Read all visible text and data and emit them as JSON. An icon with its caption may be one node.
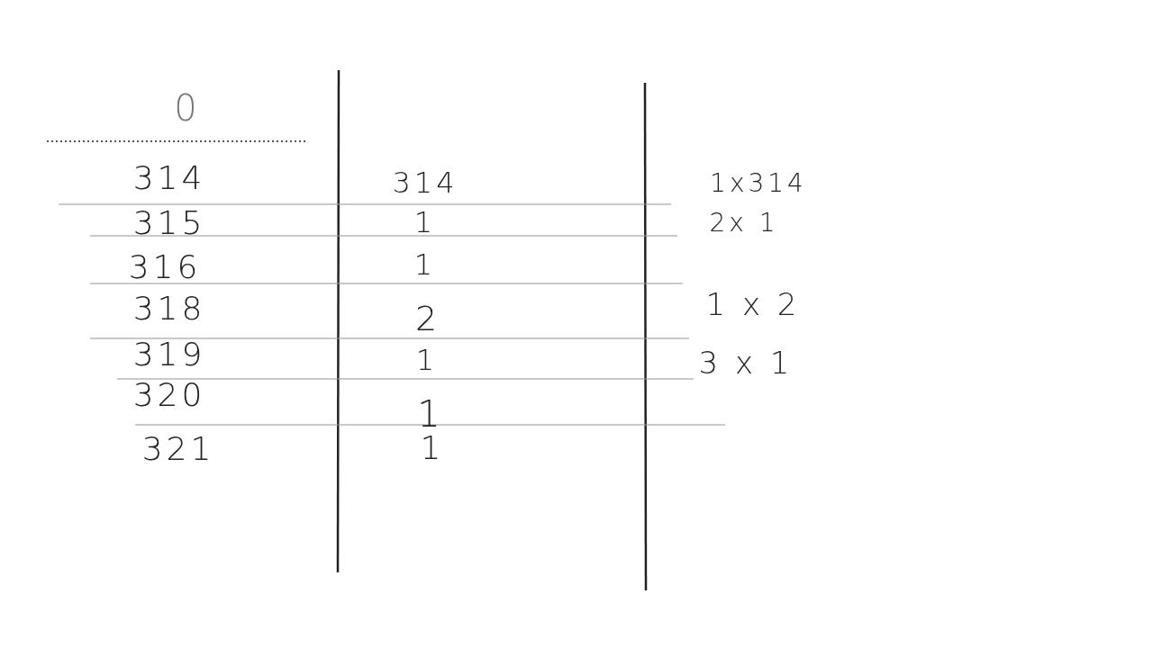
{
  "diagram": {
    "labels": [
      "0",
      "314",
      "314",
      "1x314",
      "315",
      "1",
      "2x 1",
      "316",
      "1",
      "318",
      "2",
      "1 x 2",
      "319",
      "1",
      "3 x 1",
      "320",
      "1",
      "321",
      "1"
    ]
  }
}
